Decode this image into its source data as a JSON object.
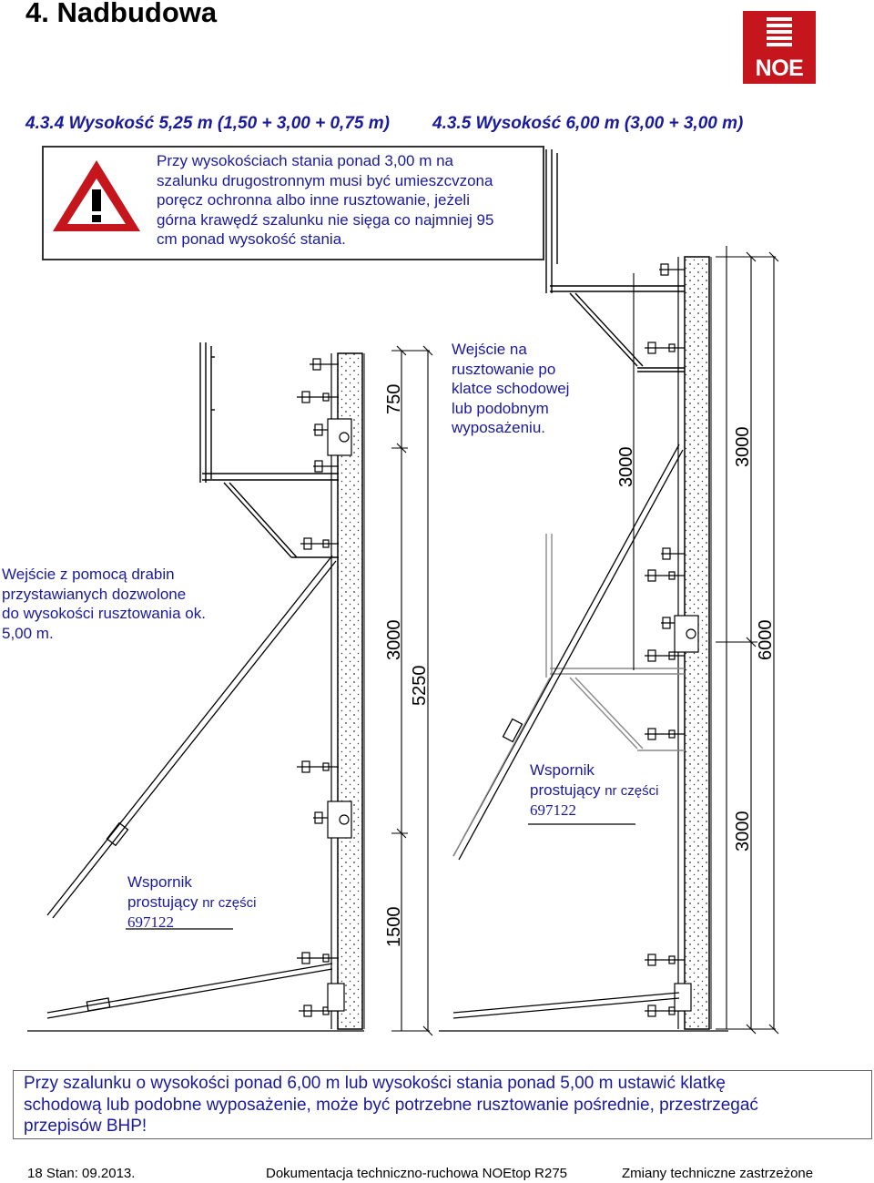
{
  "header": {
    "title": "4. Nadbudowa",
    "logo_text": "NOE"
  },
  "sections": {
    "left_heading": "4.3.4 Wysokość 5,25 m (1,50 + 3,00 + 0,75 m)",
    "right_heading": "4.3.5 Wysokość 6,00 m (3,00 + 3,00 m)"
  },
  "warning": {
    "icon": "warning-triangle-icon",
    "lines": [
      "Przy wysokościach stania ponad 3,00 m na",
      "szalunku drugostronnym musi być umieszcvzona",
      "poręcz ochronna albo inne rusztowanie, jeżeli",
      "górna krawędź szalunku nie sięga co najmniej 95",
      "cm ponad wysokość stania."
    ]
  },
  "drawing": {
    "access_right_lines": [
      "Wejście na",
      "rusztowanie po",
      "klatce schodowej",
      "lub podobnym",
      "wyposażeniu."
    ],
    "access_left_lines": [
      "Wejście z pomocą drabin",
      "przystawianych dozwolone",
      "do wysokości rusztowania ok.",
      "5,00 m."
    ],
    "bracket_left": {
      "line1": "Wspornik",
      "line2": "prostujący",
      "suffix": "nr części",
      "part": "697122"
    },
    "bracket_right": {
      "line1": "Wspornik",
      "line2": "prostujący",
      "suffix": "nr części",
      "part": "697122"
    },
    "left_dims": {
      "d750": "750",
      "d3000": "3000",
      "d1500": "1500",
      "d5250": "5250"
    },
    "right_dims": {
      "d3000_inner": "3000",
      "d3000_top": "3000",
      "d6000": "6000",
      "d3000_bottom": "3000"
    }
  },
  "bottom_note": {
    "lines": [
      "Przy szalunku o wysokości ponad 6,00 m lub wysokości stania ponad 5,00 m ustawić klatkę",
      "schodową lub podobne wyposażenie, może być potrzebne rusztowanie pośrednie, przestrzegać",
      "przepisów BHP!"
    ]
  },
  "footer": {
    "page": "18 Stan: 09.2013.",
    "doc": "Dokumentacja techniczno-ruchowa NOEtop R275",
    "rights": "Zmiany techniczne zastrzeżone"
  },
  "colors": {
    "text_blue": "#1a1a9c",
    "brand_red": "#c4161c"
  }
}
